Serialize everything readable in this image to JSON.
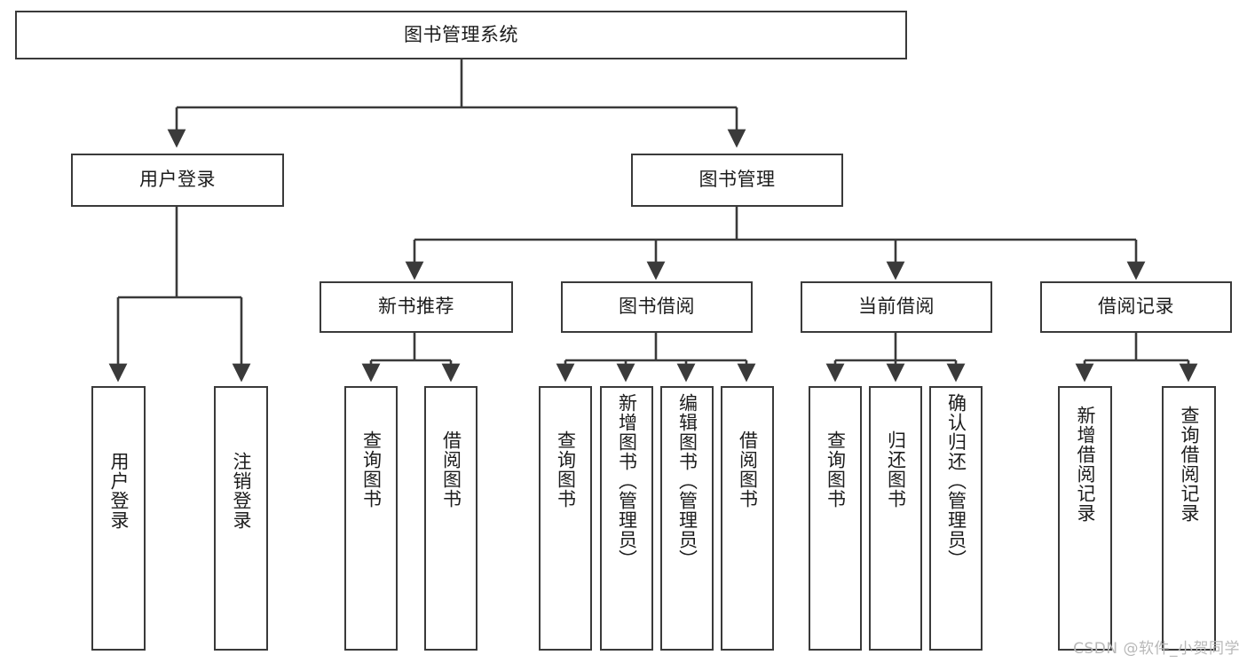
{
  "diagram": {
    "title_node": {
      "label": "图书管理系统"
    },
    "level2": [
      {
        "label": "用户登录"
      },
      {
        "label": "图书管理"
      }
    ],
    "level3": [
      {
        "label": "新书推荐"
      },
      {
        "label": "图书借阅"
      },
      {
        "label": "当前借阅"
      },
      {
        "label": "借阅记录"
      }
    ],
    "leaves": {
      "user_login": [
        {
          "label": "用户登录"
        },
        {
          "label": "注销登录"
        }
      ],
      "new_book_recommend": [
        {
          "label": "查询图书"
        },
        {
          "label": "借阅图书"
        }
      ],
      "book_borrow": [
        {
          "label": "查询图书"
        },
        {
          "label": "新增图书（管理员）"
        },
        {
          "label": "编辑图书（管理员）"
        },
        {
          "label": "借阅图书"
        }
      ],
      "current_borrow": [
        {
          "label": "查询图书"
        },
        {
          "label": "归还图书"
        },
        {
          "label": "确认归还（管理员）"
        }
      ],
      "borrow_record": [
        {
          "label": "新增借阅记录"
        },
        {
          "label": "查询借阅记录"
        }
      ]
    }
  },
  "watermark": {
    "text": "CSDN @软件_小贺同学"
  },
  "colors": {
    "stroke": "#3a3a3a",
    "text": "#1c1c1c",
    "background": "#ffffff",
    "watermark": "#b8b8b8"
  }
}
